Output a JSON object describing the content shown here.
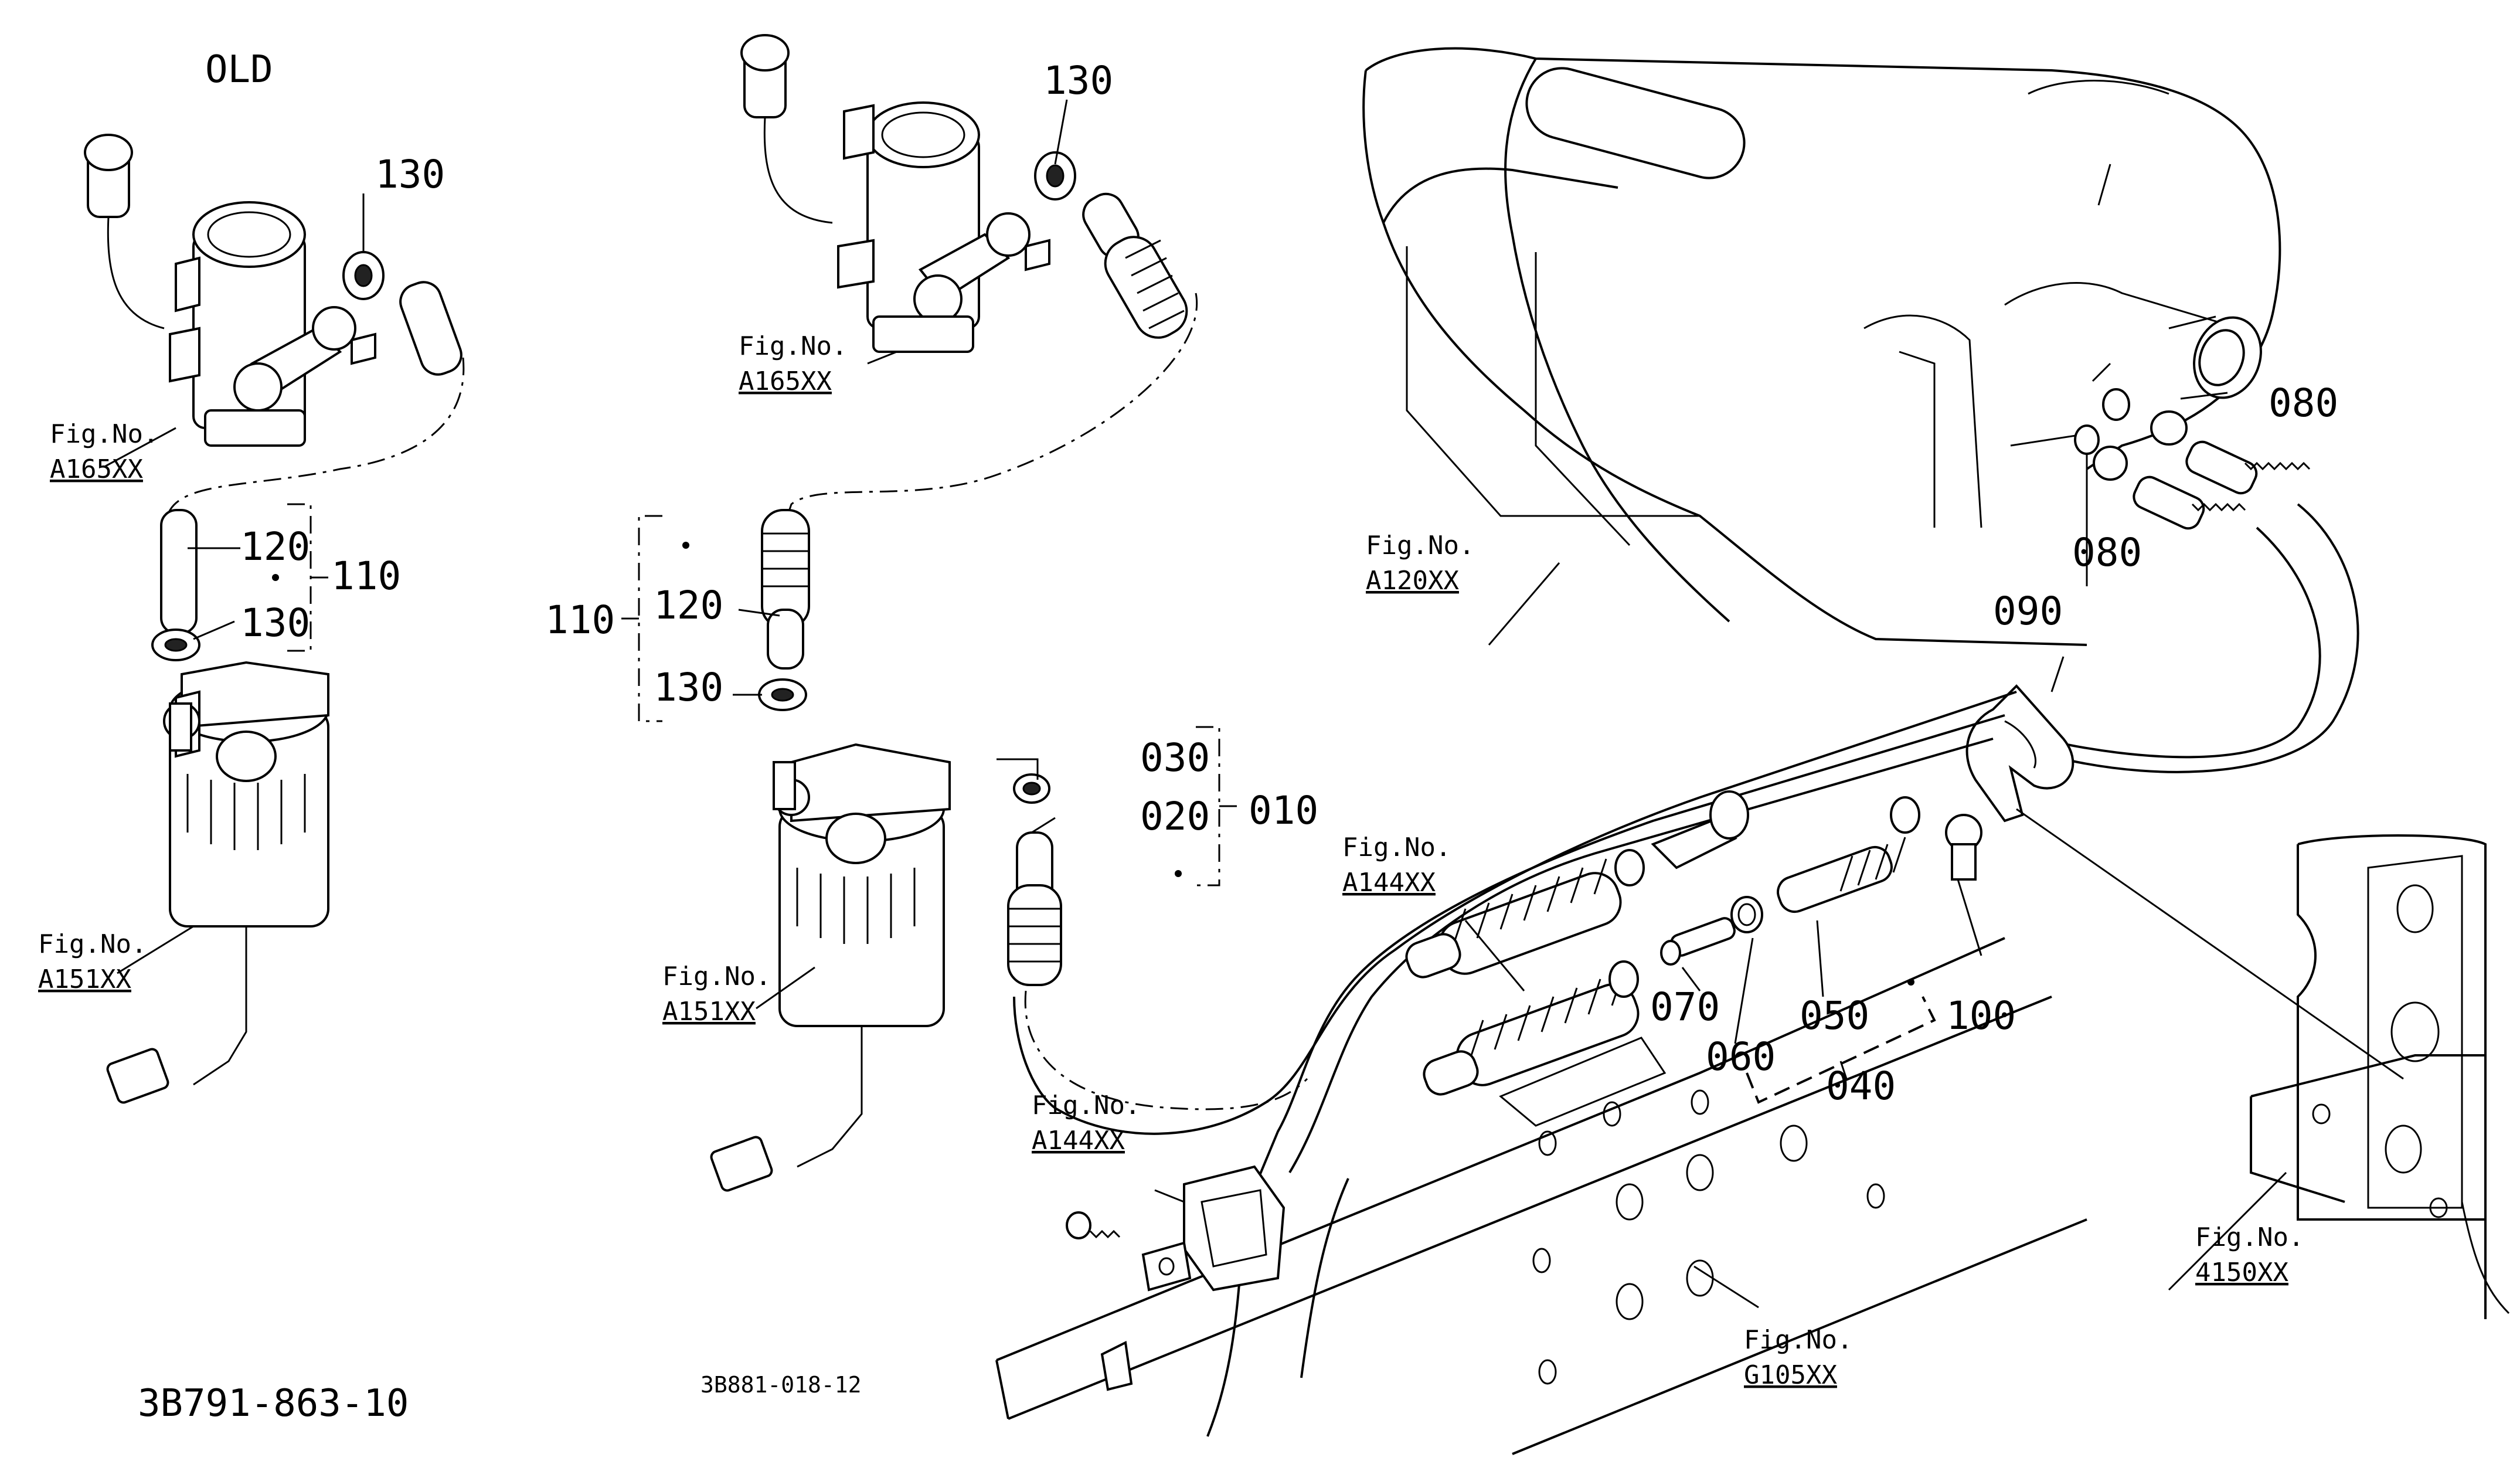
{
  "diagram": {
    "header_label": "OLD",
    "left_drawing_code": "3B791-863-10",
    "center_drawing_code": "3B881-018-12",
    "figure_refs": {
      "fig_no_label": "Fig.No.",
      "a165_left": "A165XX",
      "a151_left": "A151XX",
      "a165_center": "A165XX",
      "a151_center": "A151XX",
      "a120": "A120XX",
      "a144_upper": "A144XX",
      "a144_lower": "A144XX",
      "g105": "G105XX",
      "f4150": "4150XX"
    },
    "part_numbers": {
      "p130_left_top": "130",
      "p120_left": "120",
      "p110_left": "110",
      "p130_left_mid": "130",
      "p130_center_top": "130",
      "p110_center": "110",
      "p120_center": "120",
      "p130_center_mid": "130",
      "p030": "030",
      "p020": "020",
      "p010": "010",
      "p080_top": "080",
      "p080_bottom": "080",
      "p090": "090",
      "p070": "070",
      "p060": "060",
      "p050": "050",
      "p100": "100",
      "p040": "040"
    }
  }
}
